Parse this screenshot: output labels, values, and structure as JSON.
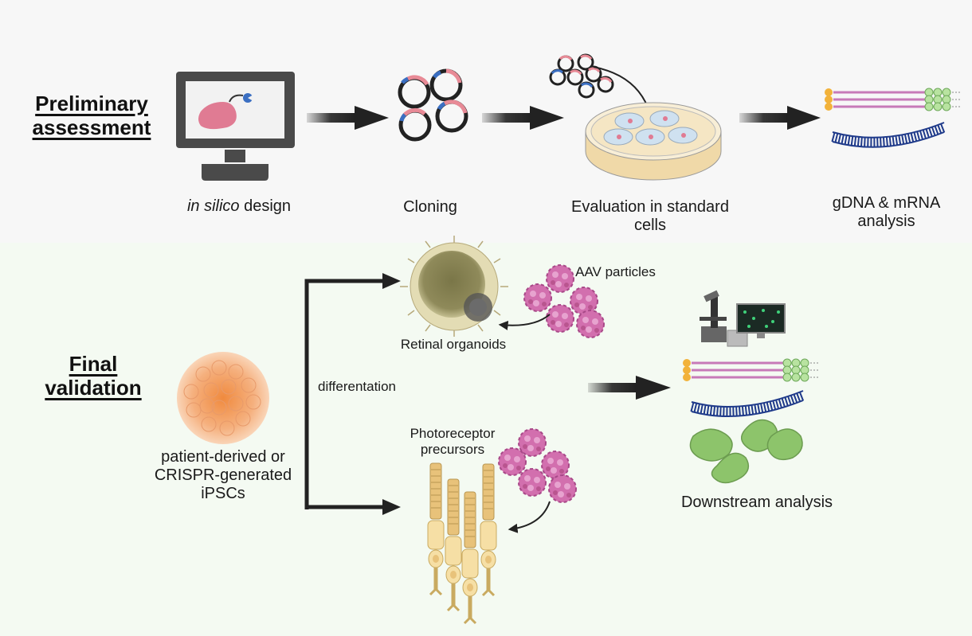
{
  "sections": {
    "preliminary": "Preliminary assessment",
    "final": "Final validation"
  },
  "steps": {
    "in_silico_italic": "in silico",
    "in_silico_rest": " design",
    "cloning": "Cloning",
    "evaluation": "Evaluation in standard cells",
    "gdna_mrna": "gDNA & mRNA analysis"
  },
  "final": {
    "ipsc": "patient-derived or CRISPR-generated iPSCs",
    "differentiation": "differentation",
    "aav": "AAV particles",
    "retinal": "Retinal organoids",
    "photoreceptor": "Photoreceptor precursors",
    "downstream": "Downstream analysis"
  },
  "colors": {
    "arrow": "#1a1a1a",
    "plasmid_pink": "#e88a96",
    "plasmid_blue": "#3b6fc2",
    "aav": "#d26fae",
    "organoid": "#8f8a5a",
    "ipsc": "#f2a36a",
    "photoreceptor": "#f6dfa5",
    "mrna_strand": "#1f3a8a",
    "cell_green": "#8dc46b"
  },
  "icons": [
    "monitor-icon",
    "plasmid-icon",
    "petri-dish-icon",
    "dna-icon",
    "organoid-icon",
    "aav-icon",
    "ipsc-colony-icon",
    "photoreceptor-icon",
    "microscope-icon",
    "cell-icon"
  ]
}
